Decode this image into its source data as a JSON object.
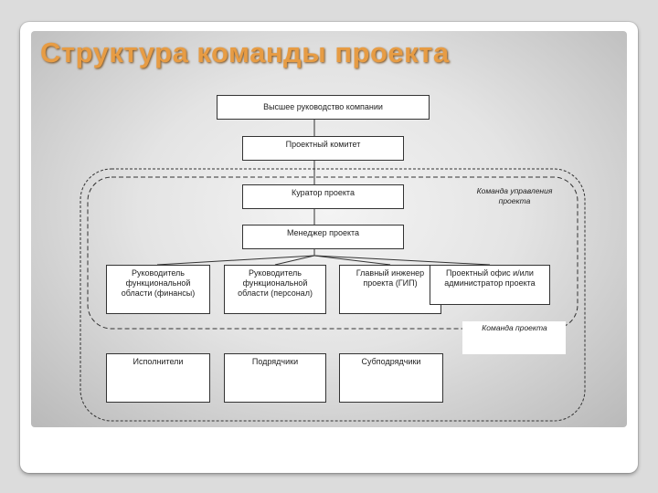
{
  "title": "Структура команды проекта",
  "nodes": {
    "top_management": "Высшее руководство компании",
    "project_committee": "Проектный комитет",
    "project_curator": "Куратор проекта",
    "project_manager": "Менеджер проекта",
    "func_head_finance": "Руководитель функциональной области (финансы)",
    "func_head_personnel": "Руководитель функциональной области (персонал)",
    "chief_engineer": "Главный инженер проекта (ГИП)",
    "project_office": "Проектный офис и/или администратор проекта",
    "executors": "Исполнители",
    "contractors": "Подрядчики",
    "subcontractors": "Субподрядчики"
  },
  "groups": {
    "management_team": "Команда управления проекта",
    "project_team": "Команда проекта"
  },
  "colors": {
    "title": "#e79c44",
    "box_border": "#333333",
    "dashed": "#333333"
  }
}
